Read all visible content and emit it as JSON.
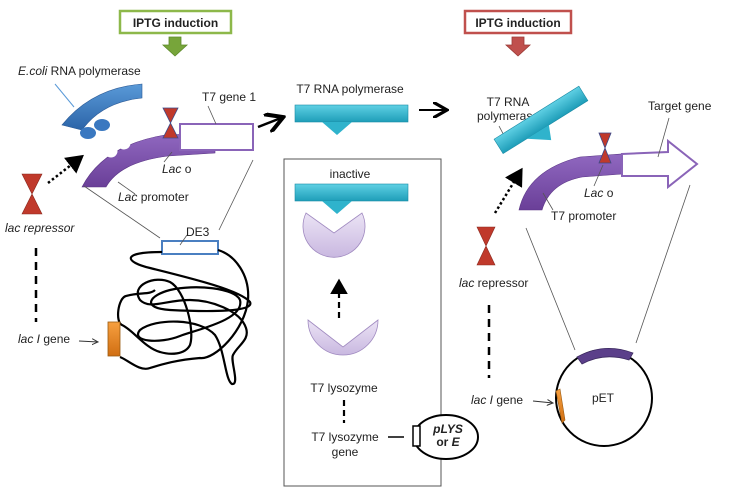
{
  "diagram": {
    "title": "T7 expression system (DE3 lysogen and pET vector)",
    "colors": {
      "induction_left_border": "#8db84a",
      "induction_left_arrow": "#77a53a",
      "induction_right_border": "#c0504d",
      "induction_right_arrow": "#c0504d",
      "ecoli_polymerase": "#3a78c0",
      "promoter": "#7a4fa8",
      "t7_polymerase": "#2fb3cc",
      "repressor": "#c0392b",
      "lysozyme": "#d9cdea",
      "laci_gene": "#e8821c",
      "de3_box": "#4a7fc1",
      "pet_insert": "#5b3f8a"
    },
    "left_panel": {
      "induction_label": "IPTG induction",
      "ecoli_polymerase_label_italic": "E.coli",
      "ecoli_polymerase_label_rest": " RNA polymerase",
      "t7_gene_label": "T7 gene 1",
      "lac_o_label_italic": "Lac",
      "lac_o_label_rest": " o",
      "lac_promoter_label_italic": "Lac",
      "lac_promoter_label_rest": " promoter",
      "repressor_label": "lac repressor",
      "de3_label": "DE3",
      "laci_label_italic": "lac I",
      "laci_label_rest": " gene"
    },
    "middle_panel": {
      "t7_polymerase_label": "T7 RNA polymerase",
      "inactive_label": "inactive",
      "lysozyme_label": "T7 lysozyme",
      "lysozyme_gene_label_line1": "T7 lysozyme",
      "lysozyme_gene_label_line2": "gene",
      "plasmid_label_line1": "pLYS",
      "plasmid_label_line2_prefix": "or ",
      "plasmid_label_line2_bold": "E"
    },
    "right_panel": {
      "induction_label": "IPTG induction",
      "t7_polymerase_label_line1": "T7 RNA",
      "t7_polymerase_label_line2": "polymerase",
      "target_gene_label": "Target gene",
      "lac_o_label_italic": "Lac",
      "lac_o_label_rest": " o",
      "t7_promoter_label": "T7 promoter",
      "repressor_label_italic": "lac",
      "repressor_label_rest": " repressor",
      "laci_label_italic": "lac I",
      "laci_label_rest": " gene",
      "plasmid_label": "pET"
    }
  }
}
